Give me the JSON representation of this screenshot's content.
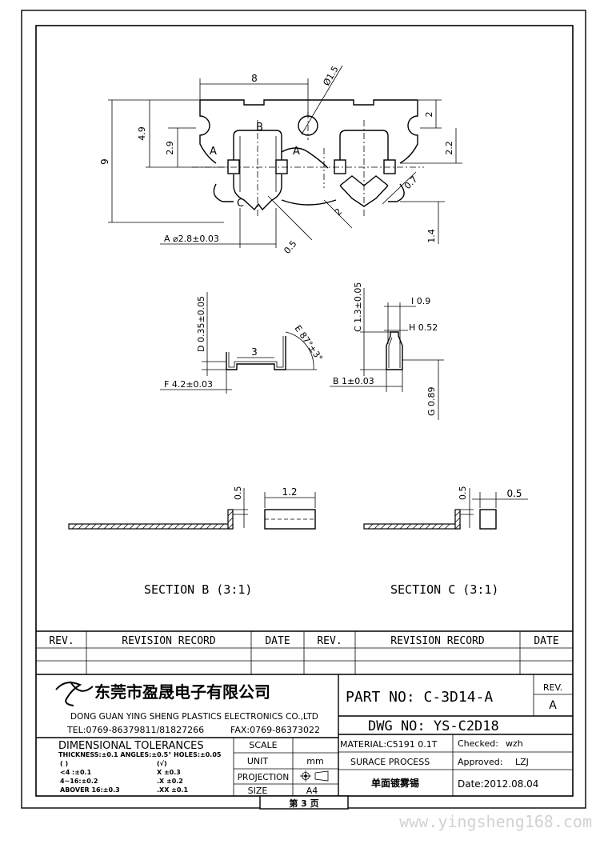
{
  "top_view": {
    "dims": {
      "pitch": "8",
      "hole": "Ø1.5",
      "height_total": "9",
      "height_a": "4.9",
      "height_b": "2.9",
      "gap_right": "2",
      "height_right": "2.2",
      "slot": "0.7",
      "bottom_right": "1.4",
      "tip_diag": "2",
      "pin_width": "0.5",
      "dia_a": "A  ⌀2.8±0.03"
    },
    "labels": {
      "a_left": "A",
      "a_right": "A",
      "b": "B",
      "c": "C"
    }
  },
  "detail_left": {
    "d_label": "D  0.35±0.05",
    "width": "3",
    "angle": "E  87°±3°",
    "f_label": "F  4.2±0.03"
  },
  "detail_right": {
    "c_label": "C  1.3±0.05",
    "i_label": "I  0.9",
    "h_label": "H  0.52",
    "b_label": "B  1±0.03",
    "g_label": "G  0.89"
  },
  "section_b": {
    "title": "SECTION  B   (3:1)",
    "thick": "0.5",
    "width": "1.2"
  },
  "section_c": {
    "title": "SECTION  C   (3:1)",
    "thick": "0.5",
    "width": "0.5"
  },
  "revision_table": {
    "headers": [
      "REV.",
      "REVISION  RECORD",
      "DATE",
      "REV.",
      "REVISION  RECORD",
      "DATE"
    ]
  },
  "title_block": {
    "company_cn": "东莞市盈晟电子有限公司",
    "company_en": "DONG GUAN YING SHENG PLASTICS ELECTRONICS CO.,LTD",
    "tel": "TEL:0769-86379811/81827266",
    "fax": "FAX:0769-86373022",
    "part_no": "PART NO: C-3D14-A",
    "rev_label": "REV.",
    "rev_value": "A",
    "dwg_no": "DWG NO: YS-C2D18",
    "dim_tol_title": "DIMENSIONAL  TOLERANCES",
    "dim_tol_line": "THICKNESS:±0.1  ANGLES:±0.5°  HOLES:±0.05",
    "tol_col1": [
      "( )",
      "<4  :±0.1",
      "4~16:±0.2",
      "ABOVER 16:±0.3"
    ],
    "tol_col2": [
      "(√)",
      "X   ±0.3",
      ".X  ±0.2",
      ".XX  ±0.1"
    ],
    "scale_label": "SCALE",
    "scale_value": "",
    "unit_label": "UNIT",
    "unit_value": "mm",
    "projection_label": "PROJECTION",
    "size_label": "SIZE",
    "size_value": "A4",
    "material": "MATERIAL:C5191  0.1T",
    "checked_label": "Checked:",
    "checked_value": "wzh",
    "surface_label": "SURACE  PROCESS",
    "approved_label": "Approved:",
    "approved_value": "LZJ",
    "surface_value": "单面镀雾锡",
    "date": "Date:2012.08.04",
    "page": "第   3   页"
  },
  "watermark": "www.yingsheng168.com"
}
